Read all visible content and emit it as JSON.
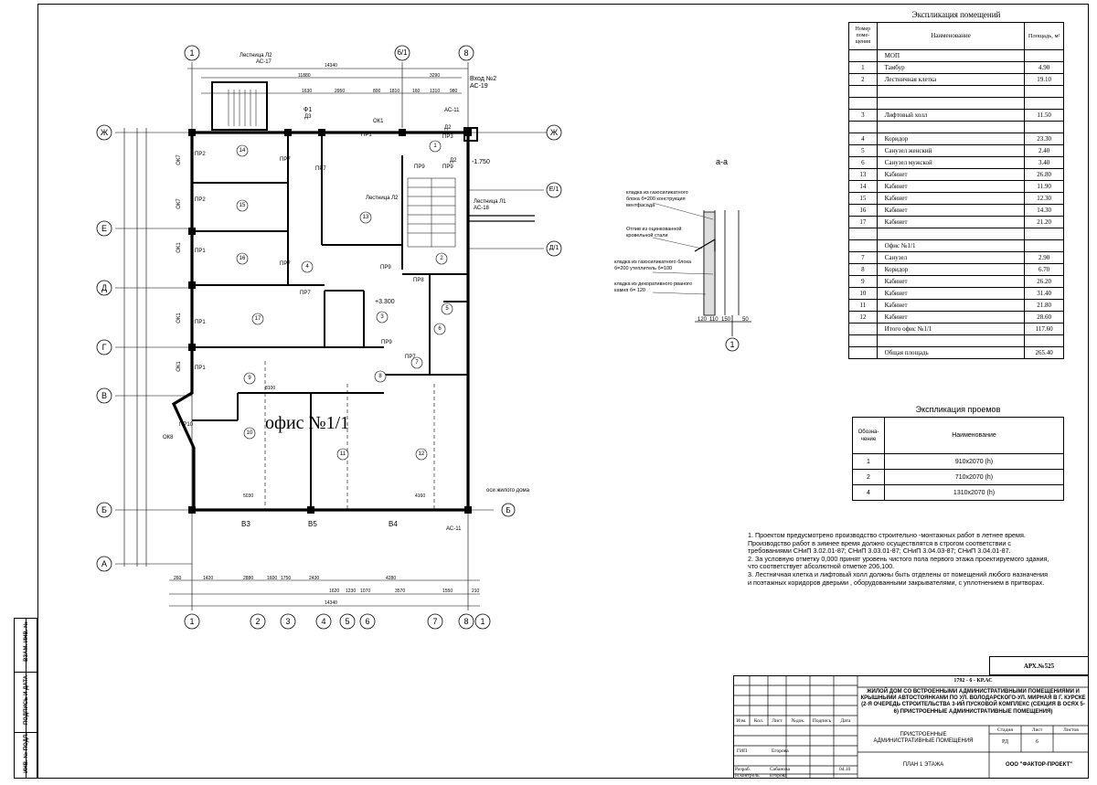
{
  "rooms_table": {
    "title": "Экспликация помещений",
    "headers": [
      "Номер поме- щения",
      "Наименование",
      "Площадь, м²"
    ],
    "rows": [
      {
        "num": "",
        "name": "МОП",
        "area": ""
      },
      {
        "num": "1",
        "name": "Тамбур",
        "area": "4.90"
      },
      {
        "num": "2",
        "name": "Лестничная клетка",
        "area": "19.10"
      },
      {
        "num": "",
        "name": "",
        "area": ""
      },
      {
        "num": "",
        "name": "",
        "area": ""
      },
      {
        "num": "3",
        "name": "Лифтовый холл",
        "area": "11.50"
      },
      {
        "num": "",
        "name": "",
        "area": ""
      },
      {
        "num": "4",
        "name": "Коридор",
        "area": "23.30"
      },
      {
        "num": "5",
        "name": "Санузел женский",
        "area": "2.40"
      },
      {
        "num": "6",
        "name": "Санузел мужской",
        "area": "3.40"
      },
      {
        "num": "13",
        "name": "Кабинет",
        "area": "26.80"
      },
      {
        "num": "14",
        "name": "Кабинет",
        "area": "11.90"
      },
      {
        "num": "15",
        "name": "Кабинет",
        "area": "12.30"
      },
      {
        "num": "16",
        "name": "Кабинет",
        "area": "14.30"
      },
      {
        "num": "17",
        "name": "Кабинет",
        "area": "21.20"
      },
      {
        "num": "",
        "name": "",
        "area": ""
      },
      {
        "num": "",
        "name": "Офис №1/1",
        "area": ""
      },
      {
        "num": "7",
        "name": "Санузел",
        "area": "2.90"
      },
      {
        "num": "8",
        "name": "Коридор",
        "area": "6.70"
      },
      {
        "num": "9",
        "name": "Кабинет",
        "area": "26.20"
      },
      {
        "num": "10",
        "name": "Кабинет",
        "area": "31.40"
      },
      {
        "num": "11",
        "name": "Кабинет",
        "area": "21.80"
      },
      {
        "num": "12",
        "name": "Кабинет",
        "area": "28.60"
      },
      {
        "num": "",
        "name": "Итого офис №1/1",
        "area": "117.60"
      },
      {
        "num": "",
        "name": "",
        "area": ""
      },
      {
        "num": "",
        "name": "Общая площадь",
        "area": "265.40"
      }
    ]
  },
  "openings_table": {
    "title": "Экспликация проемов",
    "headers": [
      "Обозна- чение",
      "Наименование"
    ],
    "rows": [
      {
        "mark": "1",
        "name": "910x2070 (h)"
      },
      {
        "mark": "2",
        "name": "710x2070 (h)"
      },
      {
        "mark": "4",
        "name": "1310x2070 (h)"
      }
    ]
  },
  "notes": [
    "1. Проектом предусмотрено производство строительно -монтажных работ в летнее время. Производство работ в зимнее время должно осуществлятся в строгом соответствии с требованиями СНиП 3.02.01-87; СНиП 3.03.01-87; СНиП 3.04.03-87; СНиП 3.04.01-87.",
    "2. За условную отметку 0,000 принят уровень чистого пола первого этажа проектируемого здания, что соответствует абсолютной отметке 206,100.",
    "3. Лестничная клетка и лифтовый холл должны быть отделены от помещений любого назначения и поэтажных коридоров дверьми , оборудованными закрывателями, с уплотнением в притворах."
  ],
  "section": {
    "title": "а-а",
    "callouts": [
      "кладка из газосиликатного блока б=200 конструкция вентфасада",
      "Отлив из оцинкованной кровельной стали",
      "кладка из газосиликатного блока б=200 утеплитель б=100",
      "кладка из декоративного рваного камня б= 120"
    ],
    "dims": [
      "120",
      "110",
      "150",
      "50"
    ],
    "axis": "1"
  },
  "plan": {
    "axes_top": [
      "1",
      "6/1",
      "8"
    ],
    "axes_bottom": [
      "1",
      "2",
      "3",
      "4",
      "5",
      "6",
      "7",
      "8",
      "1"
    ],
    "axes_left": [
      "Ж",
      "Е",
      "Д",
      "Г",
      "В",
      "Б",
      "А"
    ],
    "axes_right": [
      "Ж",
      "Е/1",
      "Д/1",
      "Б"
    ],
    "office_label": "офис №1/1",
    "room_numbers": [
      "14",
      "15",
      "16",
      "17",
      "13",
      "1",
      "2",
      "3",
      "4",
      "5",
      "6",
      "7",
      "8",
      "9",
      "10",
      "11",
      "12"
    ],
    "windows": [
      "ОК7",
      "ОК7",
      "ОК1",
      "ОК1",
      "ОК1",
      "ОК8",
      "ОК1"
    ],
    "partitions": [
      "ПР2",
      "ПР2",
      "ПР1",
      "ПР1",
      "ПР1",
      "ПР10",
      "ПР7",
      "ПР7",
      "ПР7",
      "ПР7",
      "ПР1",
      "ПР3",
      "ПР9",
      "ПР9",
      "ПР9",
      "ПР8",
      "ПР7",
      "ПР9"
    ],
    "labels": {
      "stair_l2_top": "Лестница Л2",
      "stair_l2_top_ref": "АС-17",
      "entrance": "Вход №2",
      "entrance_ref": "АС-19",
      "ac11": "АС-11",
      "stair_l2": "Лестница Л2",
      "stair_l1": "Лестница Л1",
      "stair_l1_ref": "АС-18",
      "level1": "-1.750",
      "level2": "+3.300",
      "f1": "Ф1",
      "d3": "Д3",
      "d2": "Д2",
      "d2b": "Д2",
      "osi": "оси жилого дома",
      "ac11b": "АС-11",
      "b3": "В3",
      "b5": "В5",
      "b4": "В4"
    },
    "dims_top": [
      "14340",
      "11880",
      "3290",
      "1630",
      "2950",
      "800",
      "1810",
      "160",
      "1310",
      "980"
    ],
    "dims_bottom": [
      "260",
      "1420",
      "2880",
      "1600",
      "1750",
      "2430",
      "1620",
      "1230",
      "1070",
      "4280",
      "3570",
      "1550",
      "210"
    ],
    "dims_bottom_total": "14340",
    "dims_inner": [
      "5030",
      "4160",
      "8100"
    ]
  },
  "stamp": {
    "code": "АРХ.№525",
    "project": "1792 - 6 - КР.АС",
    "desc": "ЖИЛОЙ ДОМ СО ВСТРОЕННЫМИ АДМИНИСТРАТИВНЫМИ ПОМЕЩЕНИЯМИ И КРЫШНЫМИ АВТОСТОЯНКАМИ ПО УЛ. ВОЛОДАРСКОГО-УЛ. МИРНАЯ В Г. КУРСКЕ (2-Я ОЧЕРЕДЬ СТРОИТЕЛЬСТВА 3-ИЙ ПУСКОВОЙ КОМПЛЕКС (СЕКЦИЯ В ОСЯХ 5-6) ПРИСТРОЕННЫЕ АДМИНИСТРАТИВНЫЕ ПОМЕЩЕНИЯ)",
    "headers": [
      "Изм.",
      "Кол.",
      "Лист",
      "№док.",
      "Подпись",
      "Дата"
    ],
    "stage_headers": [
      "Стадия",
      "Лист",
      "Листов"
    ],
    "stage": "РД",
    "sheet": "6",
    "section_name": "ПРИСТРОЕННЫЕ АДМИНИСТРАТИВНЫЕ ПОМЕЩЕНИЯ",
    "sheet_name": "ПЛАН 1 ЭТАЖА",
    "company": "ООО \"ФАКТОР-ПРОЕКТ\"",
    "gip": "ГИП",
    "gip_name": "Егорова",
    "razrab": "Разраб.",
    "razrab_name": "Сабанова",
    "razrab_date": "04.10",
    "nkontr": "Н.контроль",
    "nkontr_name": "Егорова"
  },
  "side_stamp": [
    "ВЗАМ. ИНВ. №",
    "ПОДПИСЬ И ДАТА",
    "ИНВ. № ПОДЛ."
  ]
}
